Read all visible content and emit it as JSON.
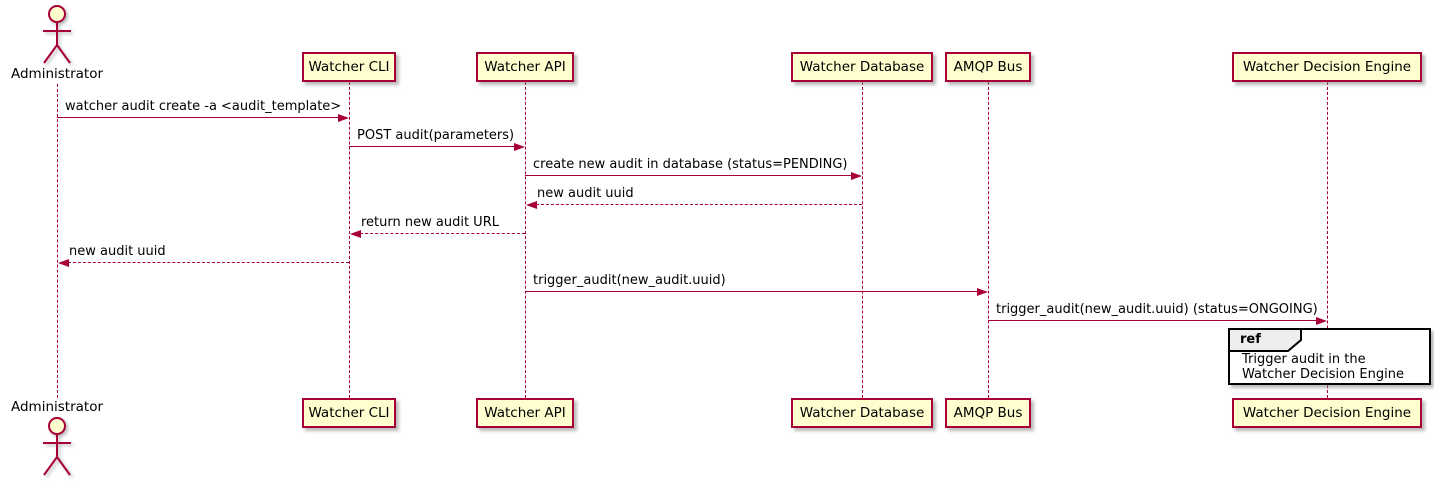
{
  "diagram": {
    "kind": "sequence-diagram",
    "colors": {
      "participant_fill": "#fefece",
      "participant_border": "#a80036",
      "line": "#a80036",
      "text": "#000000",
      "ref_border": "#000000",
      "ref_header_fill": "#eeeeee",
      "ref_body_fill": "#ffffff",
      "background": "#ffffff"
    },
    "actor": {
      "name": "Administrator"
    },
    "participants": [
      {
        "name": "Watcher CLI"
      },
      {
        "name": "Watcher API"
      },
      {
        "name": "Watcher Database"
      },
      {
        "name": "AMQP Bus"
      },
      {
        "name": "Watcher Decision Engine"
      }
    ],
    "messages": [
      {
        "text": "watcher audit create -a <audit_template>",
        "from": "Administrator",
        "to": "Watcher CLI",
        "style": "solid"
      },
      {
        "text": "POST audit(parameters)",
        "from": "Watcher CLI",
        "to": "Watcher API",
        "style": "solid"
      },
      {
        "text": "create new audit in database (status=PENDING)",
        "from": "Watcher API",
        "to": "Watcher Database",
        "style": "solid"
      },
      {
        "text": "new audit uuid",
        "from": "Watcher Database",
        "to": "Watcher API",
        "style": "dashed"
      },
      {
        "text": "return new audit URL",
        "from": "Watcher API",
        "to": "Watcher CLI",
        "style": "dashed"
      },
      {
        "text": "new audit uuid",
        "from": "Watcher CLI",
        "to": "Administrator",
        "style": "dashed"
      },
      {
        "text": "trigger_audit(new_audit.uuid)",
        "from": "Watcher API",
        "to": "AMQP Bus",
        "style": "solid"
      },
      {
        "text": "trigger_audit(new_audit.uuid) (status=ONGOING)",
        "from": "AMQP Bus",
        "to": "Watcher Decision Engine",
        "style": "solid"
      }
    ],
    "ref": {
      "keyword": "ref",
      "line1": "Trigger audit in the",
      "line2": "Watcher Decision Engine",
      "over": "Watcher Decision Engine"
    }
  }
}
